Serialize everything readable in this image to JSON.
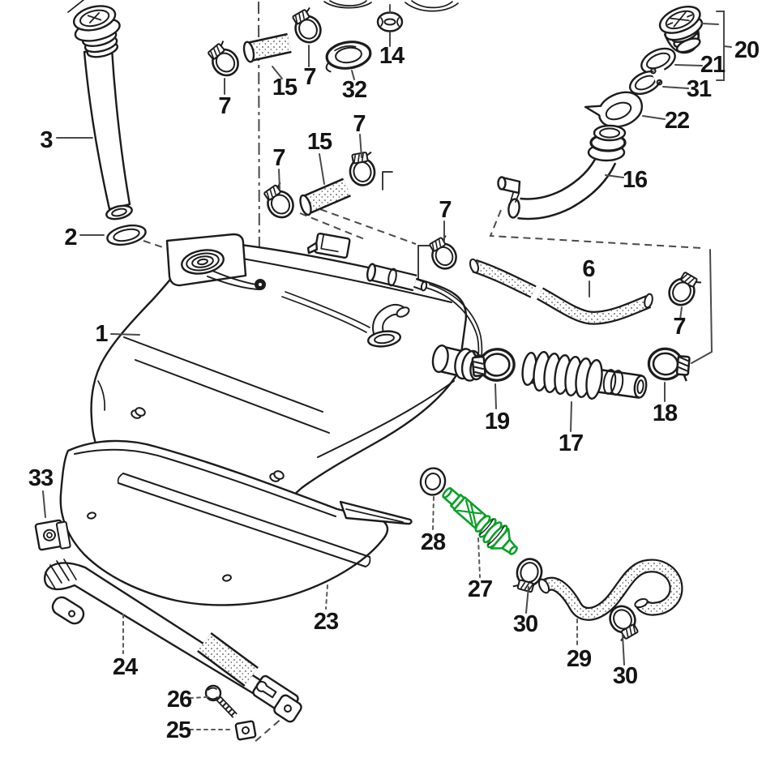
{
  "diagram": {
    "background": "#ffffff",
    "line_color": "#1c1c1c",
    "leader_color": "#4a4a4a",
    "highlight_color": "#0aa028",
    "highlighted_part": "27",
    "labels": [
      {
        "part": "3",
        "text": "3"
      },
      {
        "part": "2",
        "text": "2"
      },
      {
        "part": "7",
        "text": "7"
      },
      {
        "part": "15",
        "text": "15"
      },
      {
        "part": "7",
        "text": "7"
      },
      {
        "part": "32",
        "text": "32"
      },
      {
        "part": "14",
        "text": "14"
      },
      {
        "part": "20",
        "text": "20"
      },
      {
        "part": "21",
        "text": "21"
      },
      {
        "part": "31",
        "text": "31"
      },
      {
        "part": "22",
        "text": "22"
      },
      {
        "part": "16",
        "text": "16"
      },
      {
        "part": "15",
        "text": "15"
      },
      {
        "part": "7",
        "text": "7"
      },
      {
        "part": "7",
        "text": "7"
      },
      {
        "part": "7",
        "text": "7"
      },
      {
        "part": "6",
        "text": "6"
      },
      {
        "part": "7",
        "text": "7"
      },
      {
        "part": "19",
        "text": "19"
      },
      {
        "part": "17",
        "text": "17"
      },
      {
        "part": "18",
        "text": "18"
      },
      {
        "part": "1",
        "text": "1"
      },
      {
        "part": "33",
        "text": "33"
      },
      {
        "part": "28",
        "text": "28"
      },
      {
        "part": "27",
        "text": "27"
      },
      {
        "part": "30",
        "text": "30"
      },
      {
        "part": "29",
        "text": "29"
      },
      {
        "part": "30",
        "text": "30"
      },
      {
        "part": "23",
        "text": "23"
      },
      {
        "part": "24",
        "text": "24"
      },
      {
        "part": "26",
        "text": "26"
      },
      {
        "part": "25",
        "text": "25"
      }
    ]
  }
}
